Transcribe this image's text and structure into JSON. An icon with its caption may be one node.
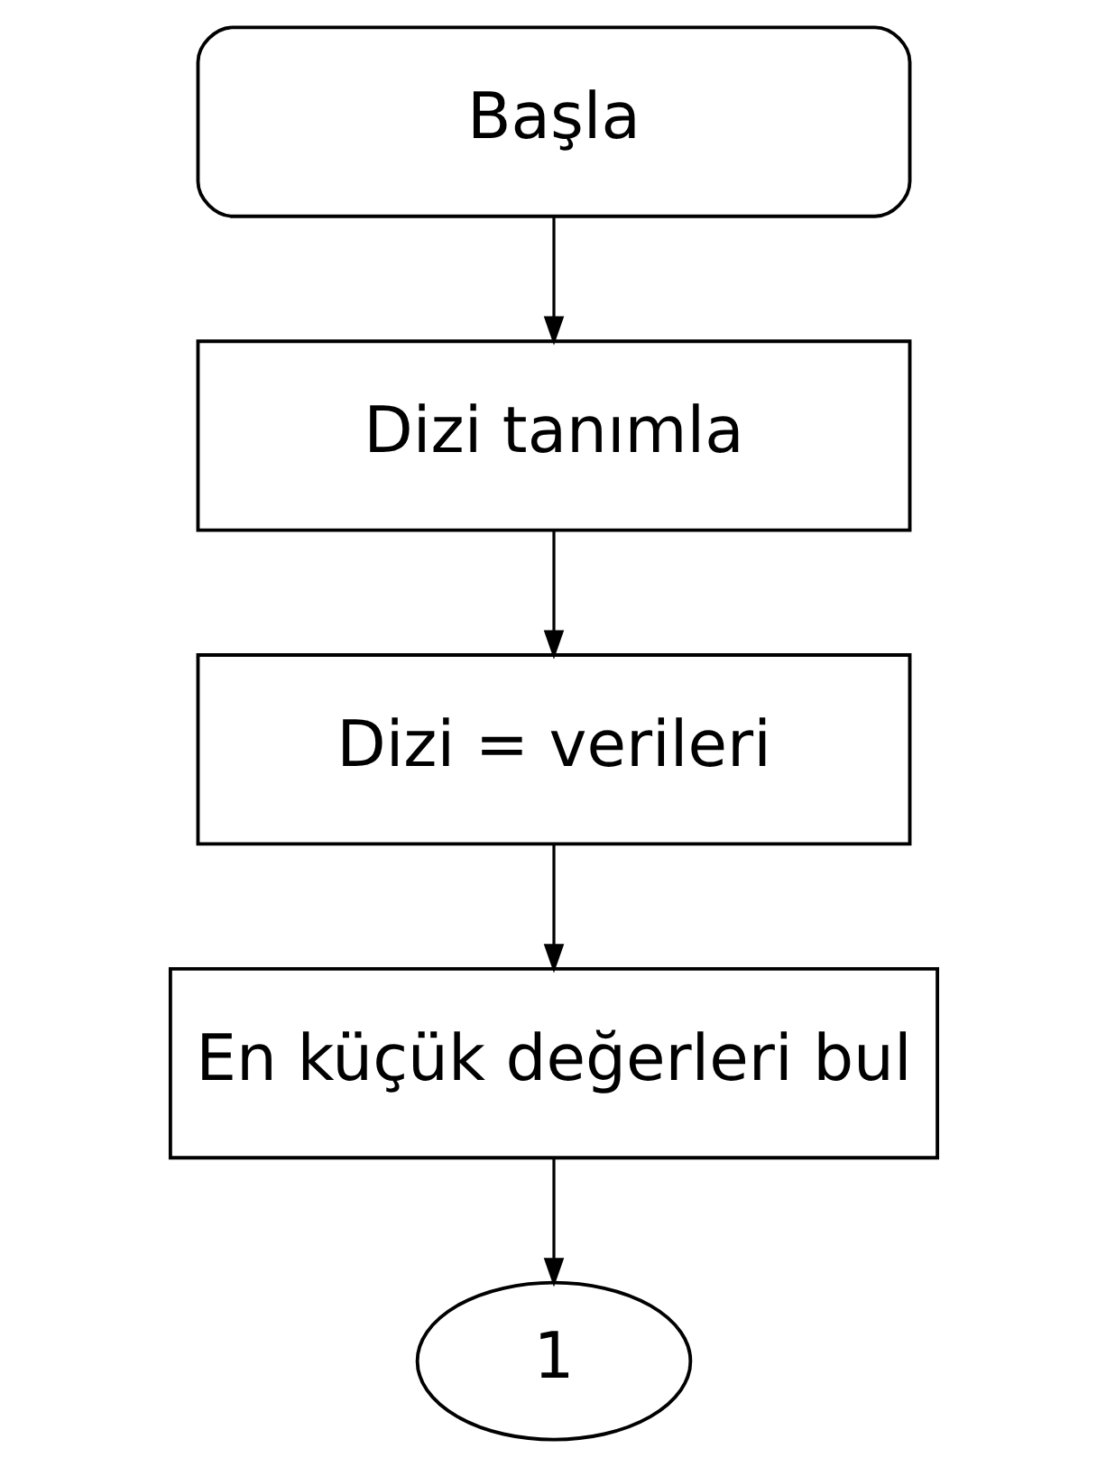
{
  "diagram": {
    "nodes": [
      {
        "text": [
          "Başla"
        ]
      },
      {
        "text": [
          "Dizi tanımla"
        ]
      },
      {
        "text": [
          "Dizi = verileri"
        ]
      },
      {
        "text": [
          "En küçük değerleri bul"
        ]
      },
      {
        "text": [
          "1"
        ]
      }
    ],
    "edges": [
      {
        "from": 0,
        "to": 1,
        "arrow": "to"
      },
      {
        "from": 1,
        "to": 2,
        "arrow": "to"
      },
      {
        "from": 2,
        "to": 3,
        "arrow": "to"
      },
      {
        "from": 3,
        "to": 4,
        "arrow": "to"
      }
    ]
  }
}
